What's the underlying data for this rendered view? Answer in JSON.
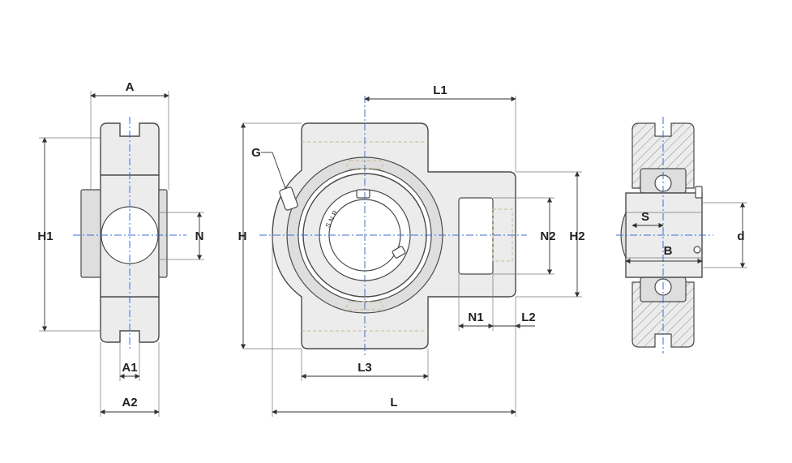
{
  "colors": {
    "outline": "#4a4a4a",
    "body_fill": "#ececec",
    "center_line": "#3b6fd6",
    "hidden_line": "#c8b98a",
    "label": "#222222"
  },
  "labels": {
    "A": "A",
    "A1": "A1",
    "A2": "A2",
    "H1": "H1",
    "N": "N",
    "H": "H",
    "G": "G",
    "L1": "L1",
    "L": "L",
    "L2": "L2",
    "L3": "L3",
    "N1": "N1",
    "N2": "N2",
    "H2": "H2",
    "S": "S",
    "B": "B",
    "d": "d"
  },
  "brand_text": "SNR"
}
